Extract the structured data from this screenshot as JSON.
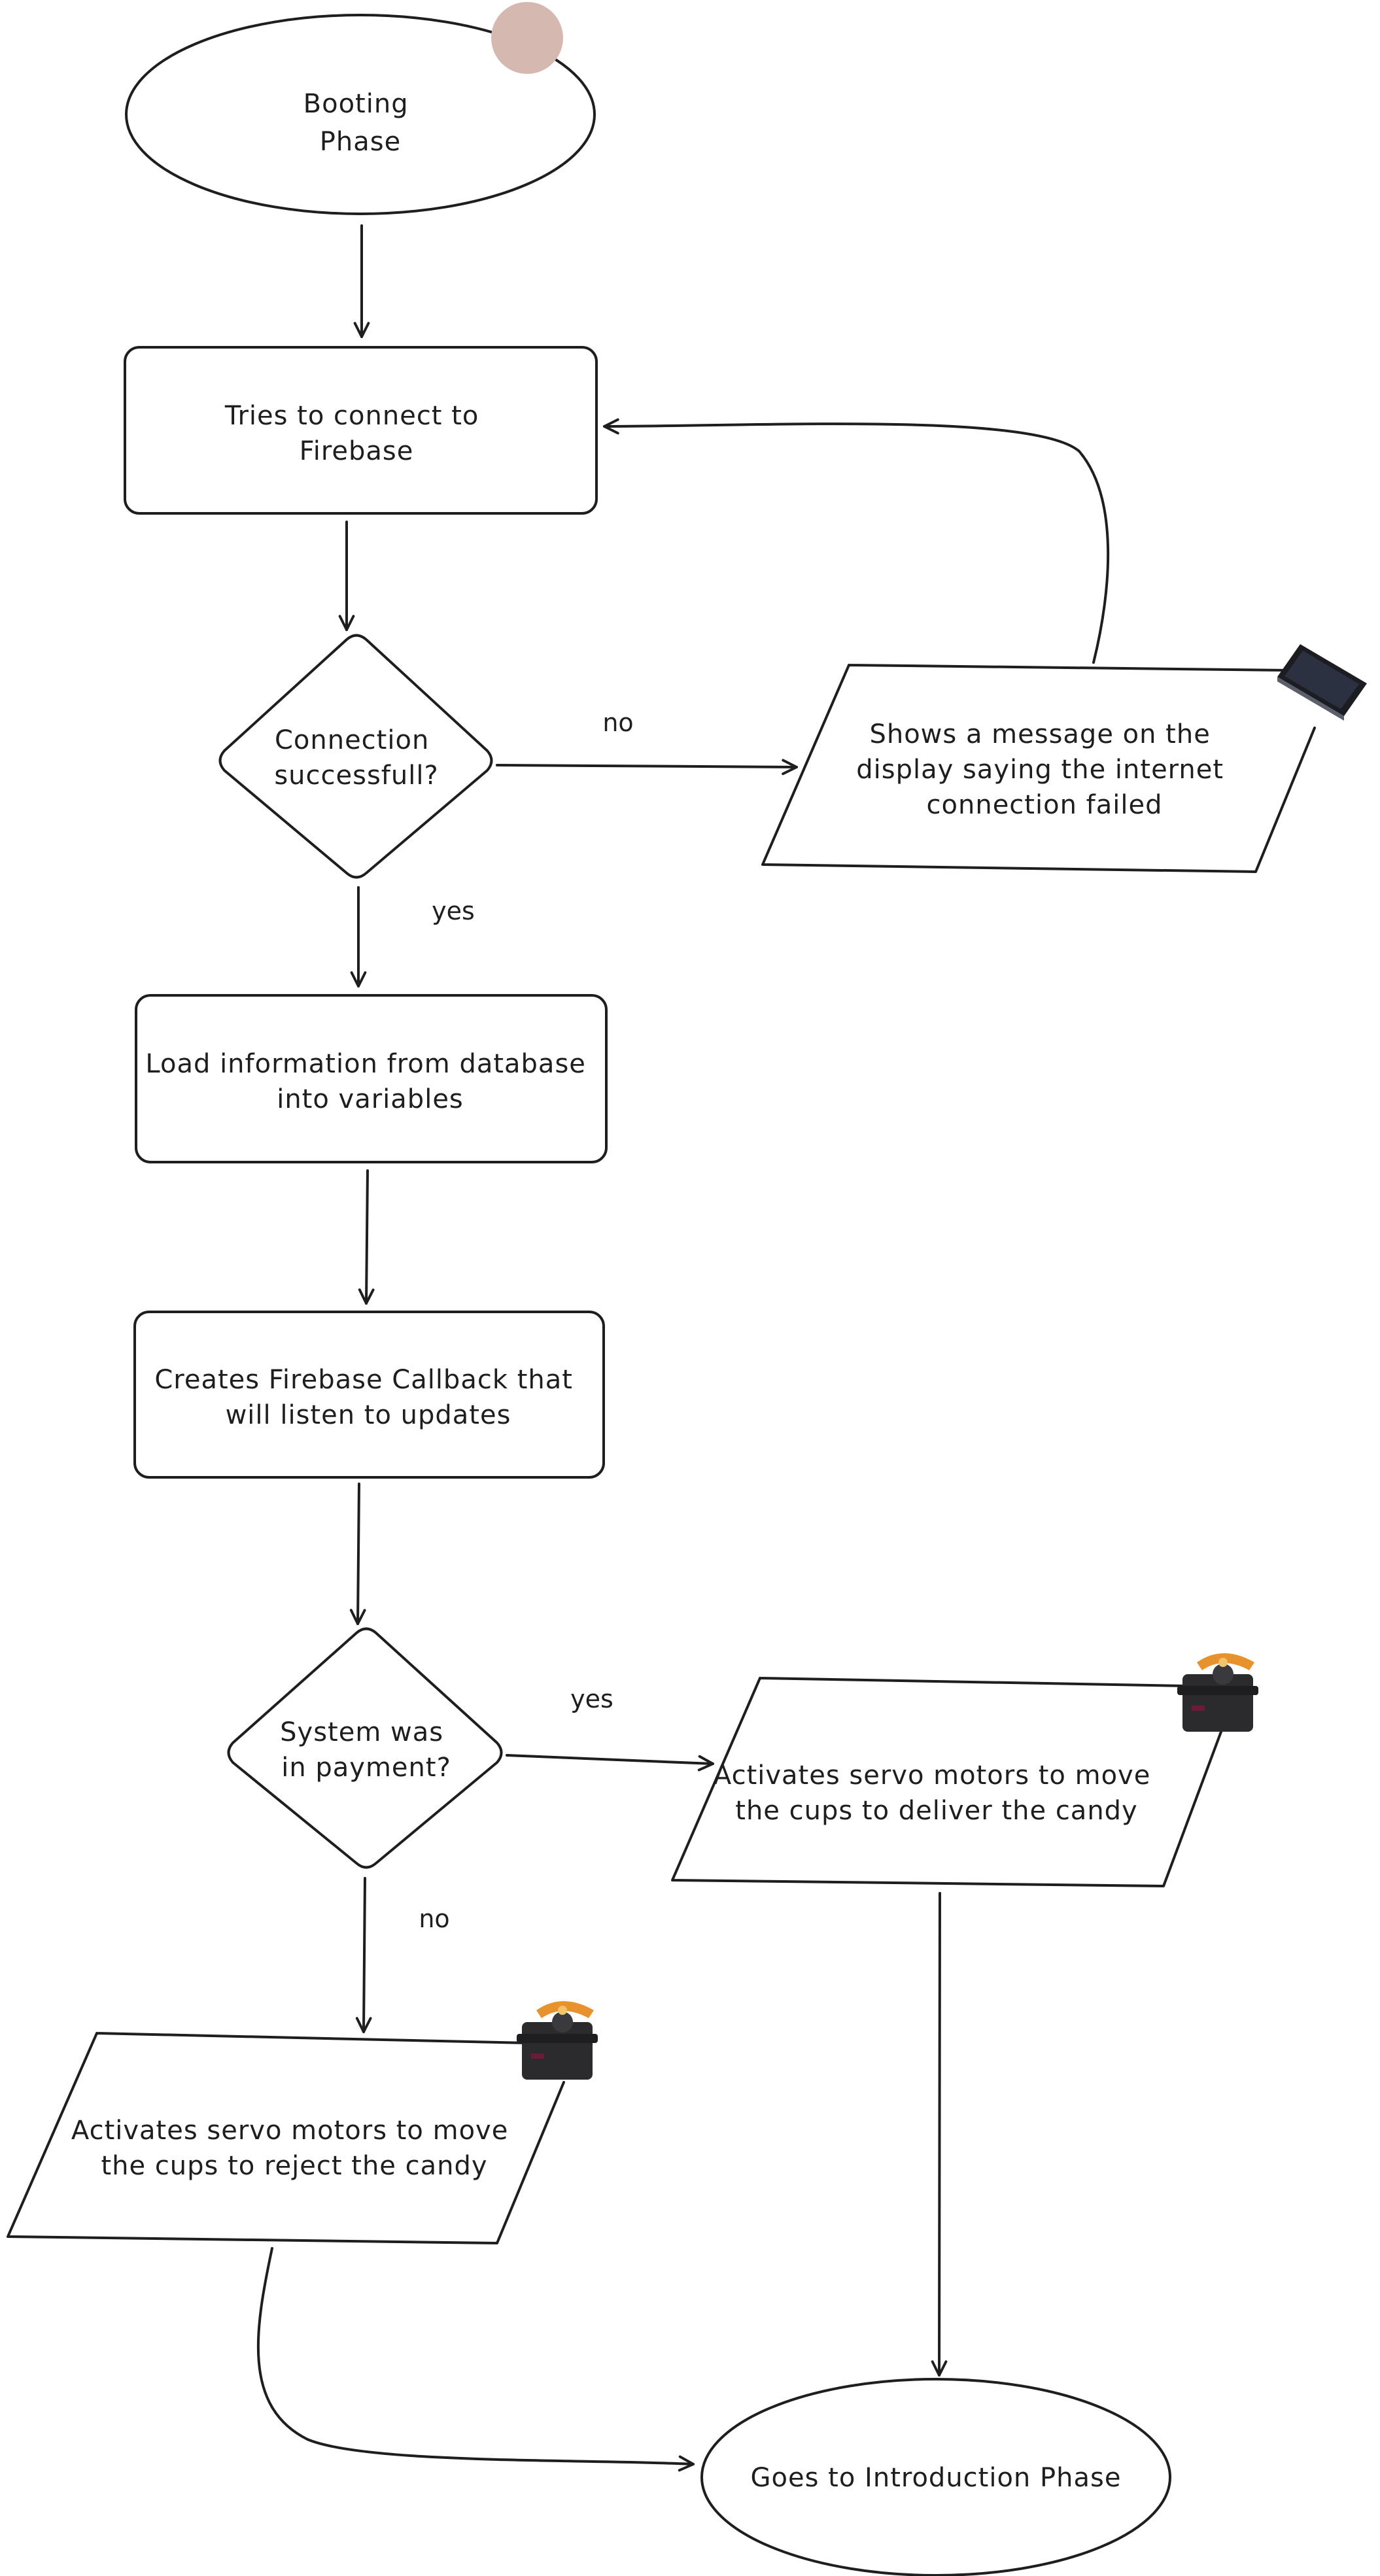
{
  "nodes": {
    "booting_phase": {
      "lines": [
        "Booting",
        "Phase"
      ]
    },
    "connect_firebase": {
      "lines": [
        "Tries to connect to",
        "Firebase"
      ]
    },
    "connection_decision": {
      "lines": [
        "Connection",
        "successfull?"
      ]
    },
    "connection_failed_message": {
      "lines": [
        "Shows a message on the",
        "display saying the internet",
        "connection failed"
      ]
    },
    "load_information": {
      "lines": [
        "Load information from database",
        "into variables"
      ]
    },
    "create_callback": {
      "lines": [
        "Creates Firebase Callback that",
        "will listen to updates"
      ]
    },
    "payment_decision": {
      "lines": [
        "System was",
        "in payment?"
      ]
    },
    "deliver_candy": {
      "lines": [
        "Activates servo motors to move",
        "the cups to deliver the candy"
      ]
    },
    "reject_candy": {
      "lines": [
        "Activates servo motors to move",
        "the cups to reject the candy"
      ]
    },
    "introduction_phase": {
      "lines": [
        "Goes to Introduction Phase"
      ]
    }
  },
  "edge_labels": {
    "connection_no": "no",
    "connection_yes": "yes",
    "payment_yes": "yes",
    "payment_no": "no"
  },
  "colors": {
    "stroke": "#1e1e1e",
    "accent_circle": "#d5b9b1",
    "display_icon": "#1c1d22",
    "servo_body": "#2b2b2e",
    "servo_horn": "#e8922e"
  },
  "icons": {
    "booting_indicator": "pink-circle-icon",
    "display": "lcd-display-icon",
    "servo_deliver": "servo-motor-icon",
    "servo_reject": "servo-motor-icon"
  }
}
